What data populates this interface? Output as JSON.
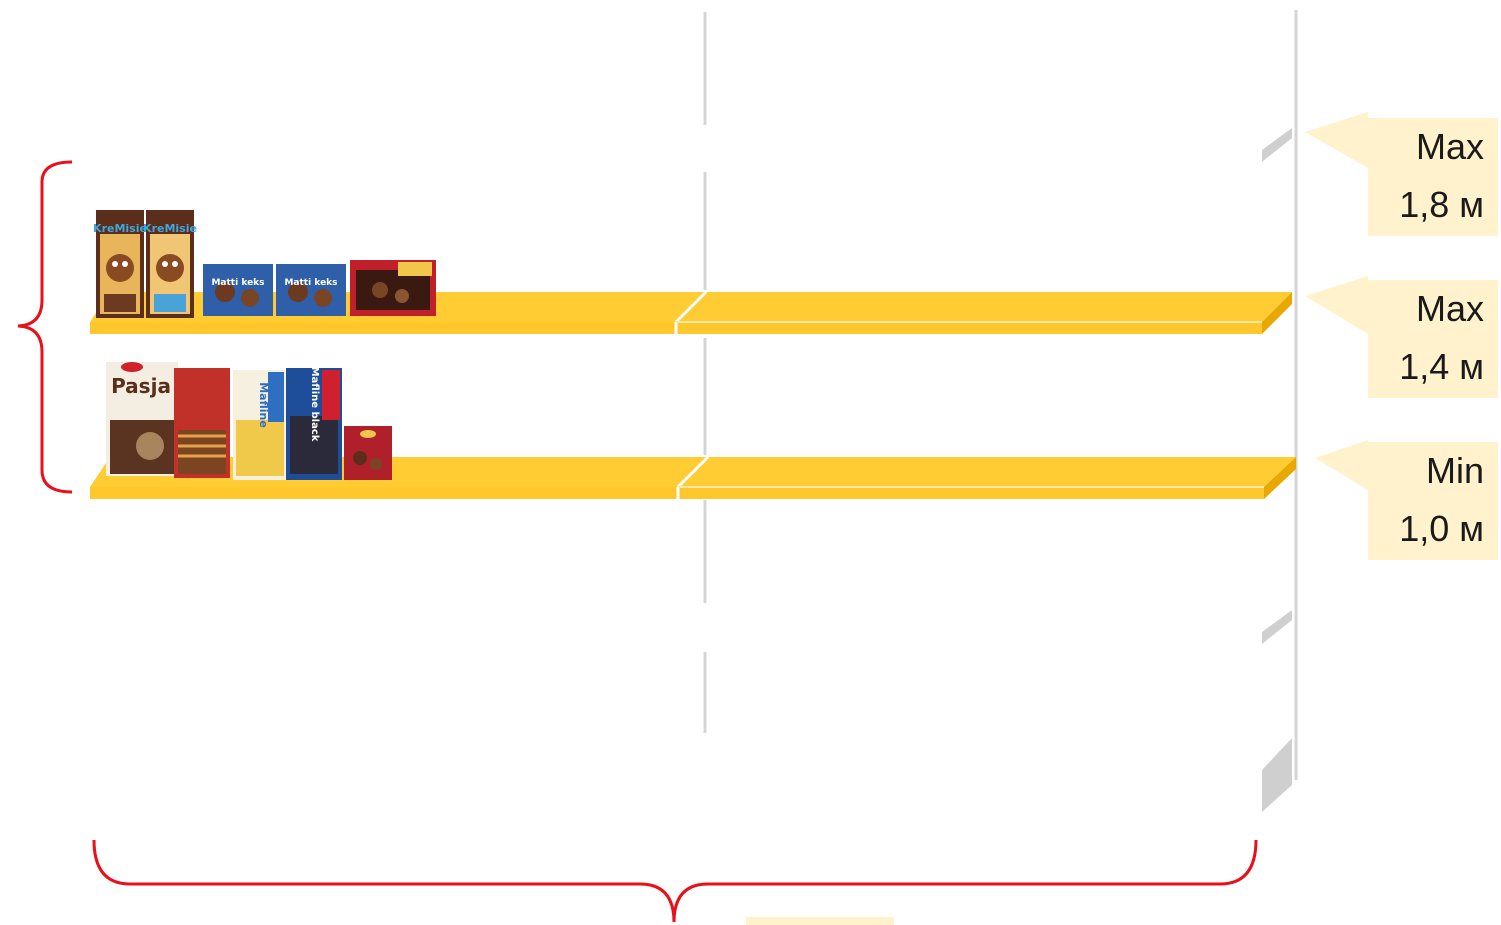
{
  "callouts": [
    {
      "label": "Max",
      "value": "1,8 м"
    },
    {
      "label": "Max",
      "value": "1,4 м"
    },
    {
      "label": "Min",
      "value": "1,0 м"
    }
  ],
  "products": {
    "kremisie": "KreMisie",
    "mattikeks": "Matti keks",
    "pasja": "Pasja",
    "mafline": "Mafline",
    "mafline_black": "Mafline black"
  },
  "colors": {
    "shelf": "#ffcc33",
    "shelf_edge": "#f0b400",
    "bracket": "#e8101a",
    "upright": "#d4d4d4",
    "callout": "#fff2cc"
  }
}
